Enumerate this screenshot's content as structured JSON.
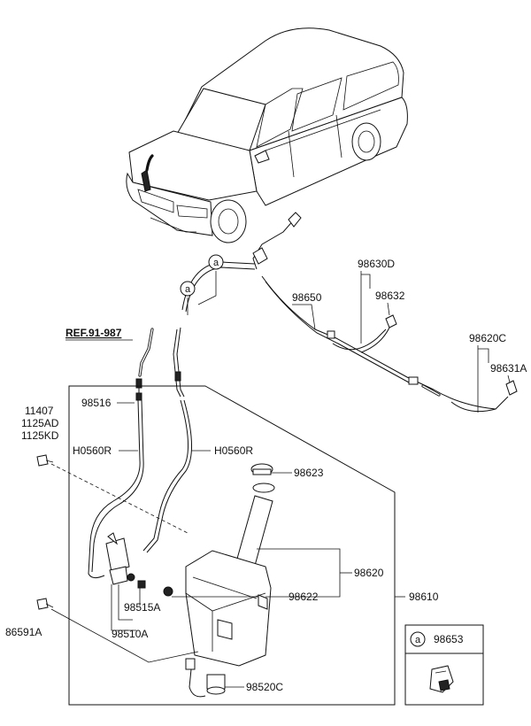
{
  "labels": {
    "ref": "REF.91-987",
    "p98516": "98516",
    "p11407": "11407",
    "p1125AD": "1125AD",
    "p1125KD": "1125KD",
    "hose_left": "H0560R",
    "hose_right": "H0560R",
    "p98623": "98623",
    "p98620": "98620",
    "p98622": "98622",
    "p98610": "98610",
    "p98515A": "98515A",
    "p98510A": "98510A",
    "p86591A": "86591A",
    "p98520C": "98520C",
    "p98650": "98650",
    "p98630D": "98630D",
    "p98632": "98632",
    "p98620C": "98620C",
    "p98631A": "98631A",
    "inset_part": "98653"
  },
  "callouts": {
    "a1": "a",
    "a2": "a",
    "inset": "a"
  }
}
